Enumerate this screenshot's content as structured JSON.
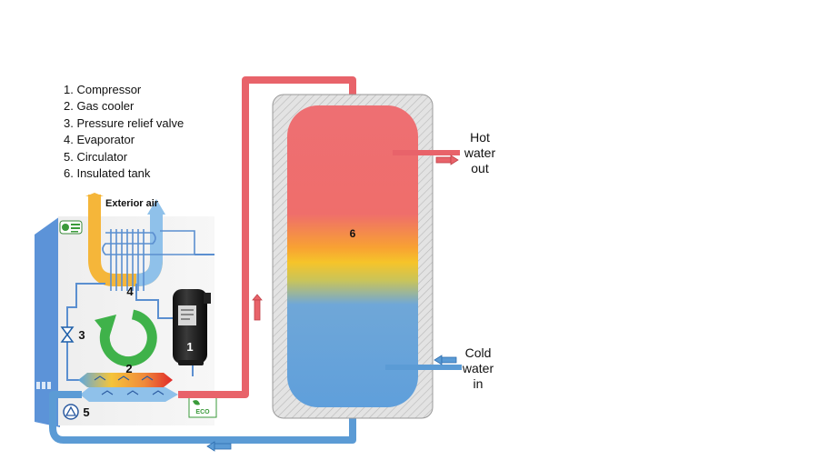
{
  "legend": {
    "items": [
      "1. Compressor",
      "2. Gas cooler",
      "3. Pressure relief valve",
      "4. Evaporator",
      "5. Circulator",
      "6. Insulated tank"
    ]
  },
  "labels": {
    "exterior_air": "Exterior air",
    "hot_water_out": [
      "Hot",
      "water",
      "out"
    ],
    "cold_water_in": [
      "Cold",
      "water",
      "in"
    ],
    "n1": "1",
    "n2": "2",
    "n3": "3",
    "n4": "4",
    "n5": "5",
    "n6": "6",
    "eco_badge": "ECO"
  },
  "colors": {
    "hot": "#e8636a",
    "cold": "#5b9bd5",
    "refrigerant_line": "#5b8fd0",
    "duct_warm": "#f5b63a",
    "duct_cool": "#8fc1ea",
    "cycle_arrow": "#3fb24a",
    "tank_insulation": "#cfcfcf"
  }
}
